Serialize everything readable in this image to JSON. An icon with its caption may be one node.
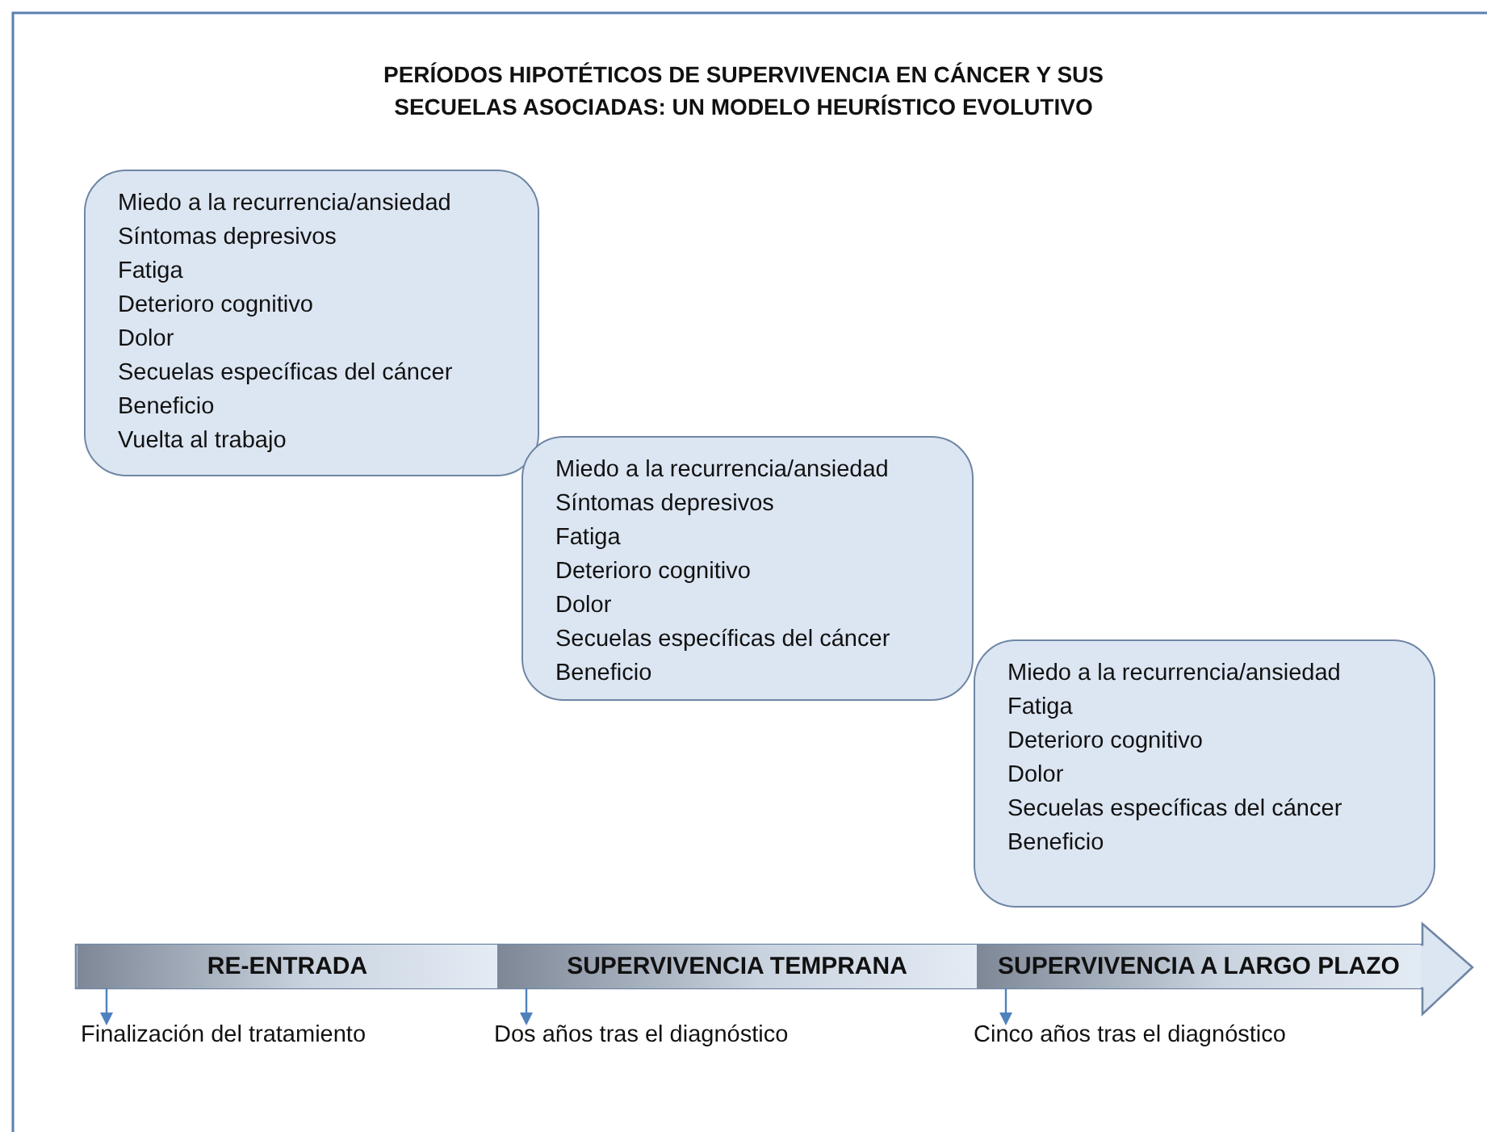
{
  "diagram": {
    "title": "PERÍODOS HIPOTÉTICOS DE SUPERVIVENCIA EN CÁNCER Y SUS SECUELAS ASOCIADAS: UN MODELO HEURÍSTICO EVOLUTIVO",
    "nodes": [
      {
        "text": [
          "Miedo a la recurrencia/ansiedad",
          "Síntomas depresivos",
          "Fatiga",
          "Deterioro cognitivo",
          "Dolor",
          "Secuelas específicas del cáncer",
          "Beneficio",
          "Vuelta al trabajo"
        ]
      },
      {
        "text": [
          "Miedo a la recurrencia/ansiedad",
          "Síntomas depresivos",
          "Fatiga",
          "Deterioro cognitivo",
          "Dolor",
          "Secuelas específicas del cáncer",
          "Beneficio"
        ]
      },
      {
        "text": [
          "Miedo a la recurrencia/ansiedad",
          "Fatiga",
          "Deterioro cognitivo",
          "Dolor",
          "Secuelas específicas del cáncer",
          "Beneficio"
        ]
      },
      {
        "text": [],
        "shape": "arrow"
      },
      {
        "text": [
          "RE-ENTRADA"
        ],
        "in": 3
      },
      {
        "text": [
          "SUPERVIVENCIA TEMPRANA"
        ],
        "in": 3
      },
      {
        "text": [
          "SUPERVIVENCIA A LARGO PLAZO"
        ],
        "in": 3
      },
      {
        "text": [
          "Finalización del tratamiento"
        ]
      },
      {
        "text": [
          "Dos años tras el diagnóstico"
        ]
      },
      {
        "text": [
          "Cinco años tras el diagnóstico"
        ]
      }
    ],
    "edges": [
      {
        "from": 4,
        "to": 7,
        "arrow": "to"
      },
      {
        "from": 5,
        "to": 8,
        "arrow": "to"
      },
      {
        "from": 6,
        "to": 9,
        "arrow": "to"
      }
    ]
  }
}
